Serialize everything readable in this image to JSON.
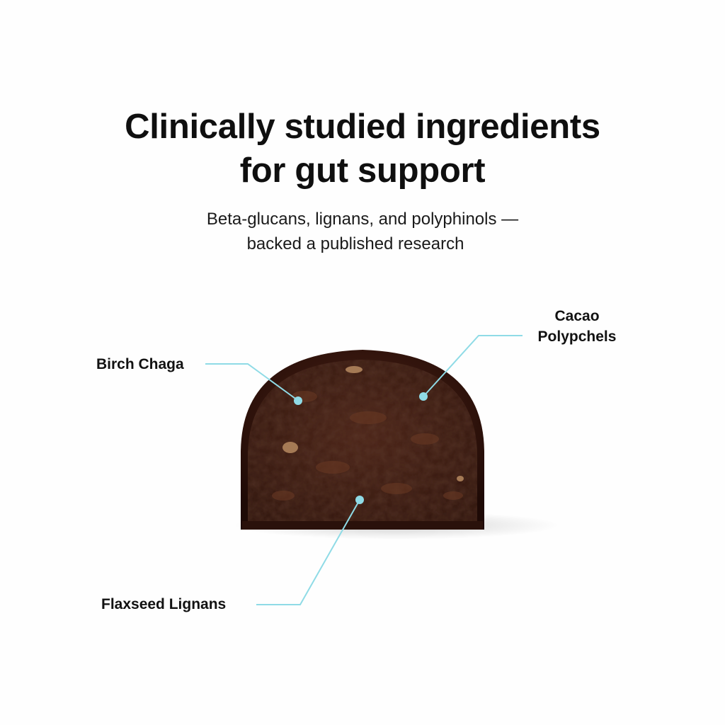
{
  "headline": {
    "line1": "Clinically studied ingredients",
    "line2": "for gut support"
  },
  "subheadline": {
    "line1": "Beta-glucans, lignans, and polyphinols —",
    "line2": "backed a published research"
  },
  "callouts": {
    "birch_chaga": "Birch Chaga",
    "cacao_line1": "Cacao",
    "cacao_line2": "Polypchels",
    "flaxseed": "Flaxseed Lignans"
  },
  "colors": {
    "background": "#fefefe",
    "text": "#111111",
    "callout_line": "#8fdbe6",
    "chocolate_dark": "#2a110b",
    "chocolate_mid": "#3b1a10"
  }
}
